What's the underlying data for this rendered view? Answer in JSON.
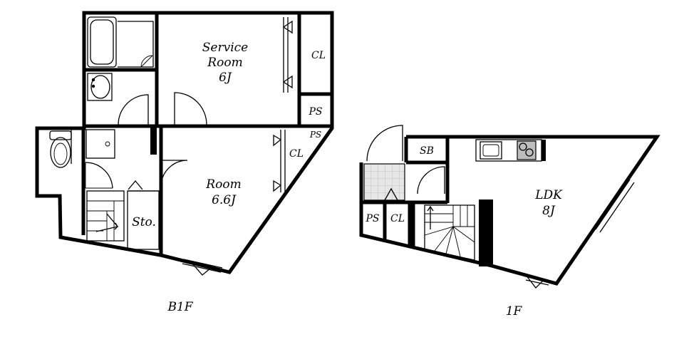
{
  "floors": [
    {
      "label": "B1F",
      "rooms": {
        "service_room": [
          "Service",
          "Room",
          "6J"
        ],
        "room": [
          "Room",
          "6.6J"
        ],
        "closet_1": "CL",
        "closet_2": "CL",
        "ps_1": "PS",
        "ps_2": "PS",
        "storage": "Sto."
      }
    },
    {
      "label": "1F",
      "rooms": {
        "ldk": [
          "LDK",
          "8J"
        ],
        "shoe_box": "SB",
        "ps": "PS",
        "closet": "CL"
      }
    }
  ]
}
